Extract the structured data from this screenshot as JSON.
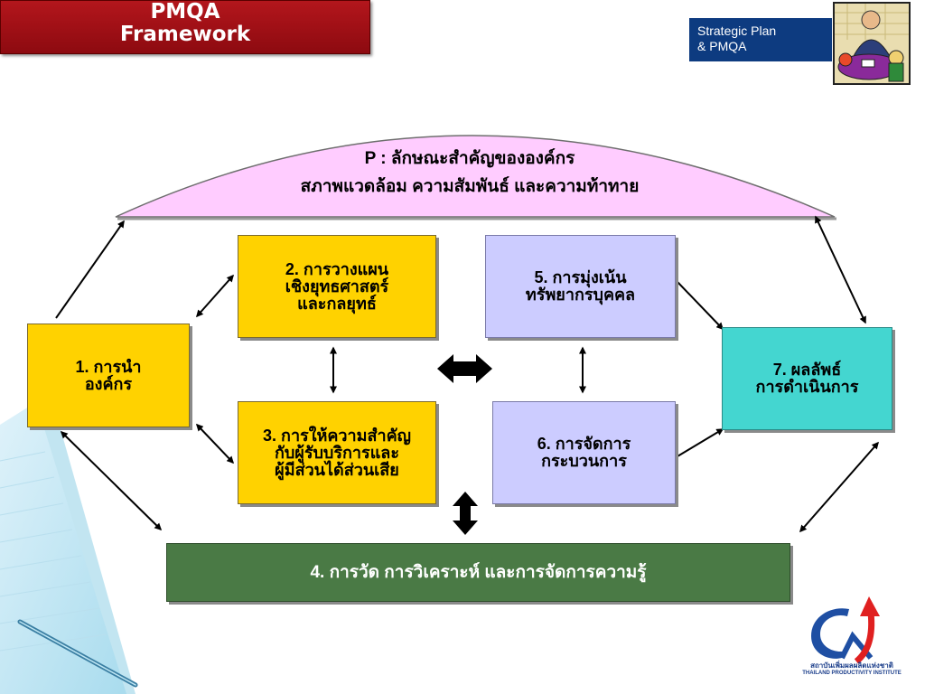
{
  "header": {
    "title_line1": "PMQA",
    "title_line2": "Framework",
    "subtitle_line1": "Strategic Plan",
    "subtitle_line2": "& PMQA"
  },
  "profile": {
    "line1": "P : ลักษณะสำคัญขององค์กร",
    "line2": "สภาพแวดล้อม ความสัมพันธ์ และความท้าทาย"
  },
  "nodes": {
    "leadership": {
      "line1": "1. การนำ",
      "line2": "องค์กร"
    },
    "strategic_planning": {
      "line1": "2. การวางแผน",
      "line2": "เชิงยุทธศาสตร์",
      "line3": "และกลยุทธ์"
    },
    "customer_focus": {
      "line1": "3. การให้ความสำคัญ",
      "line2": "กับผู้รับบริการและ",
      "line3": "ผู้มีส่วนได้ส่วนเสีย"
    },
    "measurement": {
      "line1": "4. การวัด การวิเคราะห์ และการจัดการความรู้"
    },
    "workforce_focus": {
      "line1": "5. การมุ่งเน้น",
      "line2": "ทรัพยากรบุคคล"
    },
    "process_management": {
      "line1": "6. การจัดการ",
      "line2": "กระบวนการ"
    },
    "results": {
      "line1": "7. ผลลัพธ์",
      "line2": "การดำเนินการ"
    }
  },
  "logo": {
    "thai_name": "สถาบันเพิ่มผลผลิตแห่งชาติ",
    "english_name": "THAILAND PRODUCTIVITY INSTITUTE"
  },
  "colors": {
    "title_red": "#a01018",
    "subtitle_navy": "#0d3b80",
    "profile_pink": "#ffccff",
    "leadership_yellow": "#ffd200",
    "workforce_lavender": "#ccccff",
    "results_teal": "#44d6d0",
    "measurement_green": "#4a7a45"
  }
}
